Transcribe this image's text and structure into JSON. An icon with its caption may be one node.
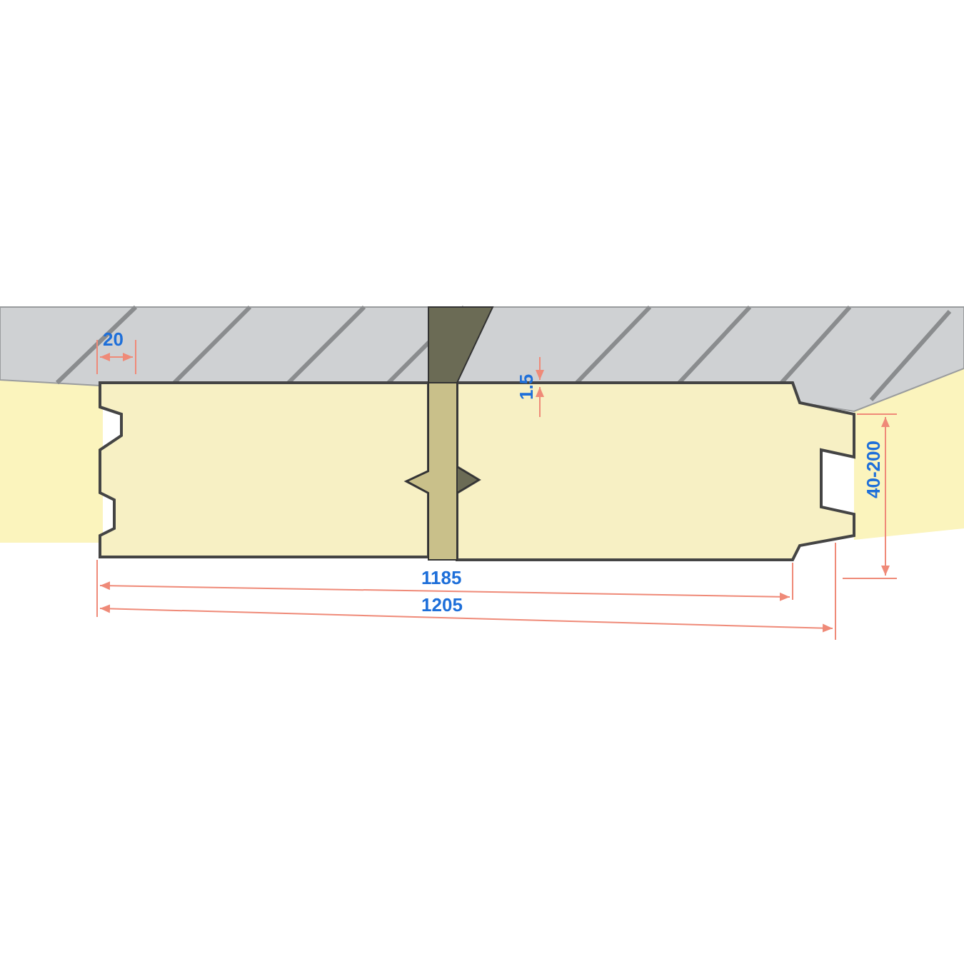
{
  "diagram": {
    "labels": [
      "20",
      "1.5",
      "40-200",
      "1185",
      "1205"
    ]
  }
}
